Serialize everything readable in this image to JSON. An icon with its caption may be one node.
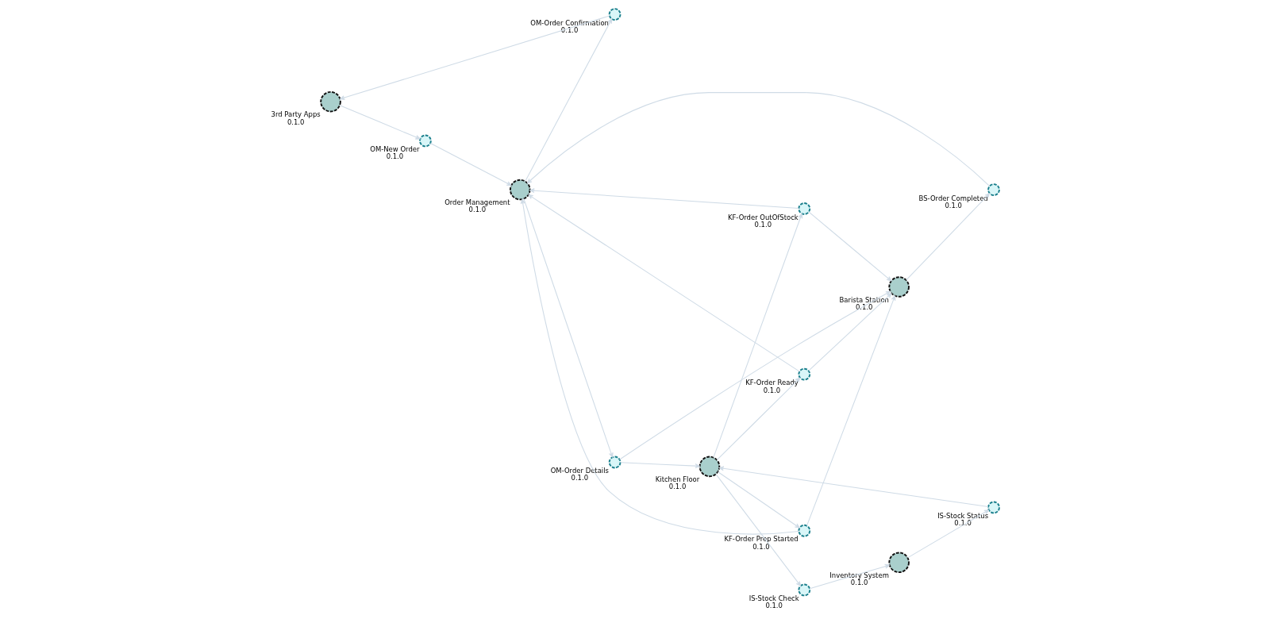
{
  "diagram": {
    "nodes": [
      {
        "text": [
          "3rd Party Apps",
          "0.1.0"
        ]
      },
      {
        "text": [
          "OM-New Order",
          "0.1.0"
        ]
      },
      {
        "text": [
          "OM-Order Confirmation",
          "0.1.0"
        ]
      },
      {
        "text": [
          "Order Management",
          "0.1.0"
        ]
      },
      {
        "text": [
          "OM-Order Details",
          "0.1.0"
        ]
      },
      {
        "text": [
          "KF-Order OutOfStock",
          "0.1.0"
        ]
      },
      {
        "text": [
          "BS-Order Completed",
          "0.1.0"
        ]
      },
      {
        "text": [
          "Barista Station",
          "0.1.0"
        ]
      },
      {
        "text": [
          "KF-Order Ready",
          "0.1.0"
        ]
      },
      {
        "text": [
          "KF-Order Prep Started",
          "0.1.0"
        ]
      },
      {
        "text": [
          "Kitchen Floor",
          "0.1.0"
        ]
      },
      {
        "text": [
          "IS-Stock Check",
          "0.1.0"
        ]
      },
      {
        "text": [
          "IS-Stock Status",
          "0.1.0"
        ]
      },
      {
        "text": [
          "Inventory System",
          "0.1.0"
        ]
      }
    ],
    "edges": [
      {
        "from": 0,
        "to": 1,
        "arrow": "to"
      },
      {
        "from": 1,
        "to": 3,
        "arrow": "to"
      },
      {
        "from": 3,
        "to": 2,
        "arrow": "to"
      },
      {
        "from": 2,
        "to": 0,
        "arrow": "to"
      },
      {
        "from": 3,
        "to": 4,
        "arrow": "to"
      },
      {
        "from": 4,
        "to": 10,
        "arrow": "to"
      },
      {
        "from": 4,
        "to": 7,
        "arrow": "to"
      },
      {
        "from": 10,
        "to": 5,
        "arrow": "to"
      },
      {
        "from": 5,
        "to": 3,
        "arrow": "to"
      },
      {
        "from": 5,
        "to": 7,
        "arrow": "to"
      },
      {
        "from": 7,
        "to": 6,
        "arrow": "to"
      },
      {
        "from": 6,
        "to": 3,
        "arrow": "to"
      },
      {
        "from": 10,
        "to": 8,
        "arrow": "to"
      },
      {
        "from": 8,
        "to": 7,
        "arrow": "to"
      },
      {
        "from": 8,
        "to": 3,
        "arrow": "to"
      },
      {
        "from": 10,
        "to": 9,
        "arrow": "to"
      },
      {
        "from": 9,
        "to": 7,
        "arrow": "to"
      },
      {
        "from": 9,
        "to": 3,
        "arrow": "to"
      },
      {
        "from": 10,
        "to": 11,
        "arrow": "to"
      },
      {
        "from": 11,
        "to": 13,
        "arrow": "to"
      },
      {
        "from": 13,
        "to": 12,
        "arrow": "to"
      },
      {
        "from": 12,
        "to": 10,
        "arrow": "to"
      }
    ]
  }
}
